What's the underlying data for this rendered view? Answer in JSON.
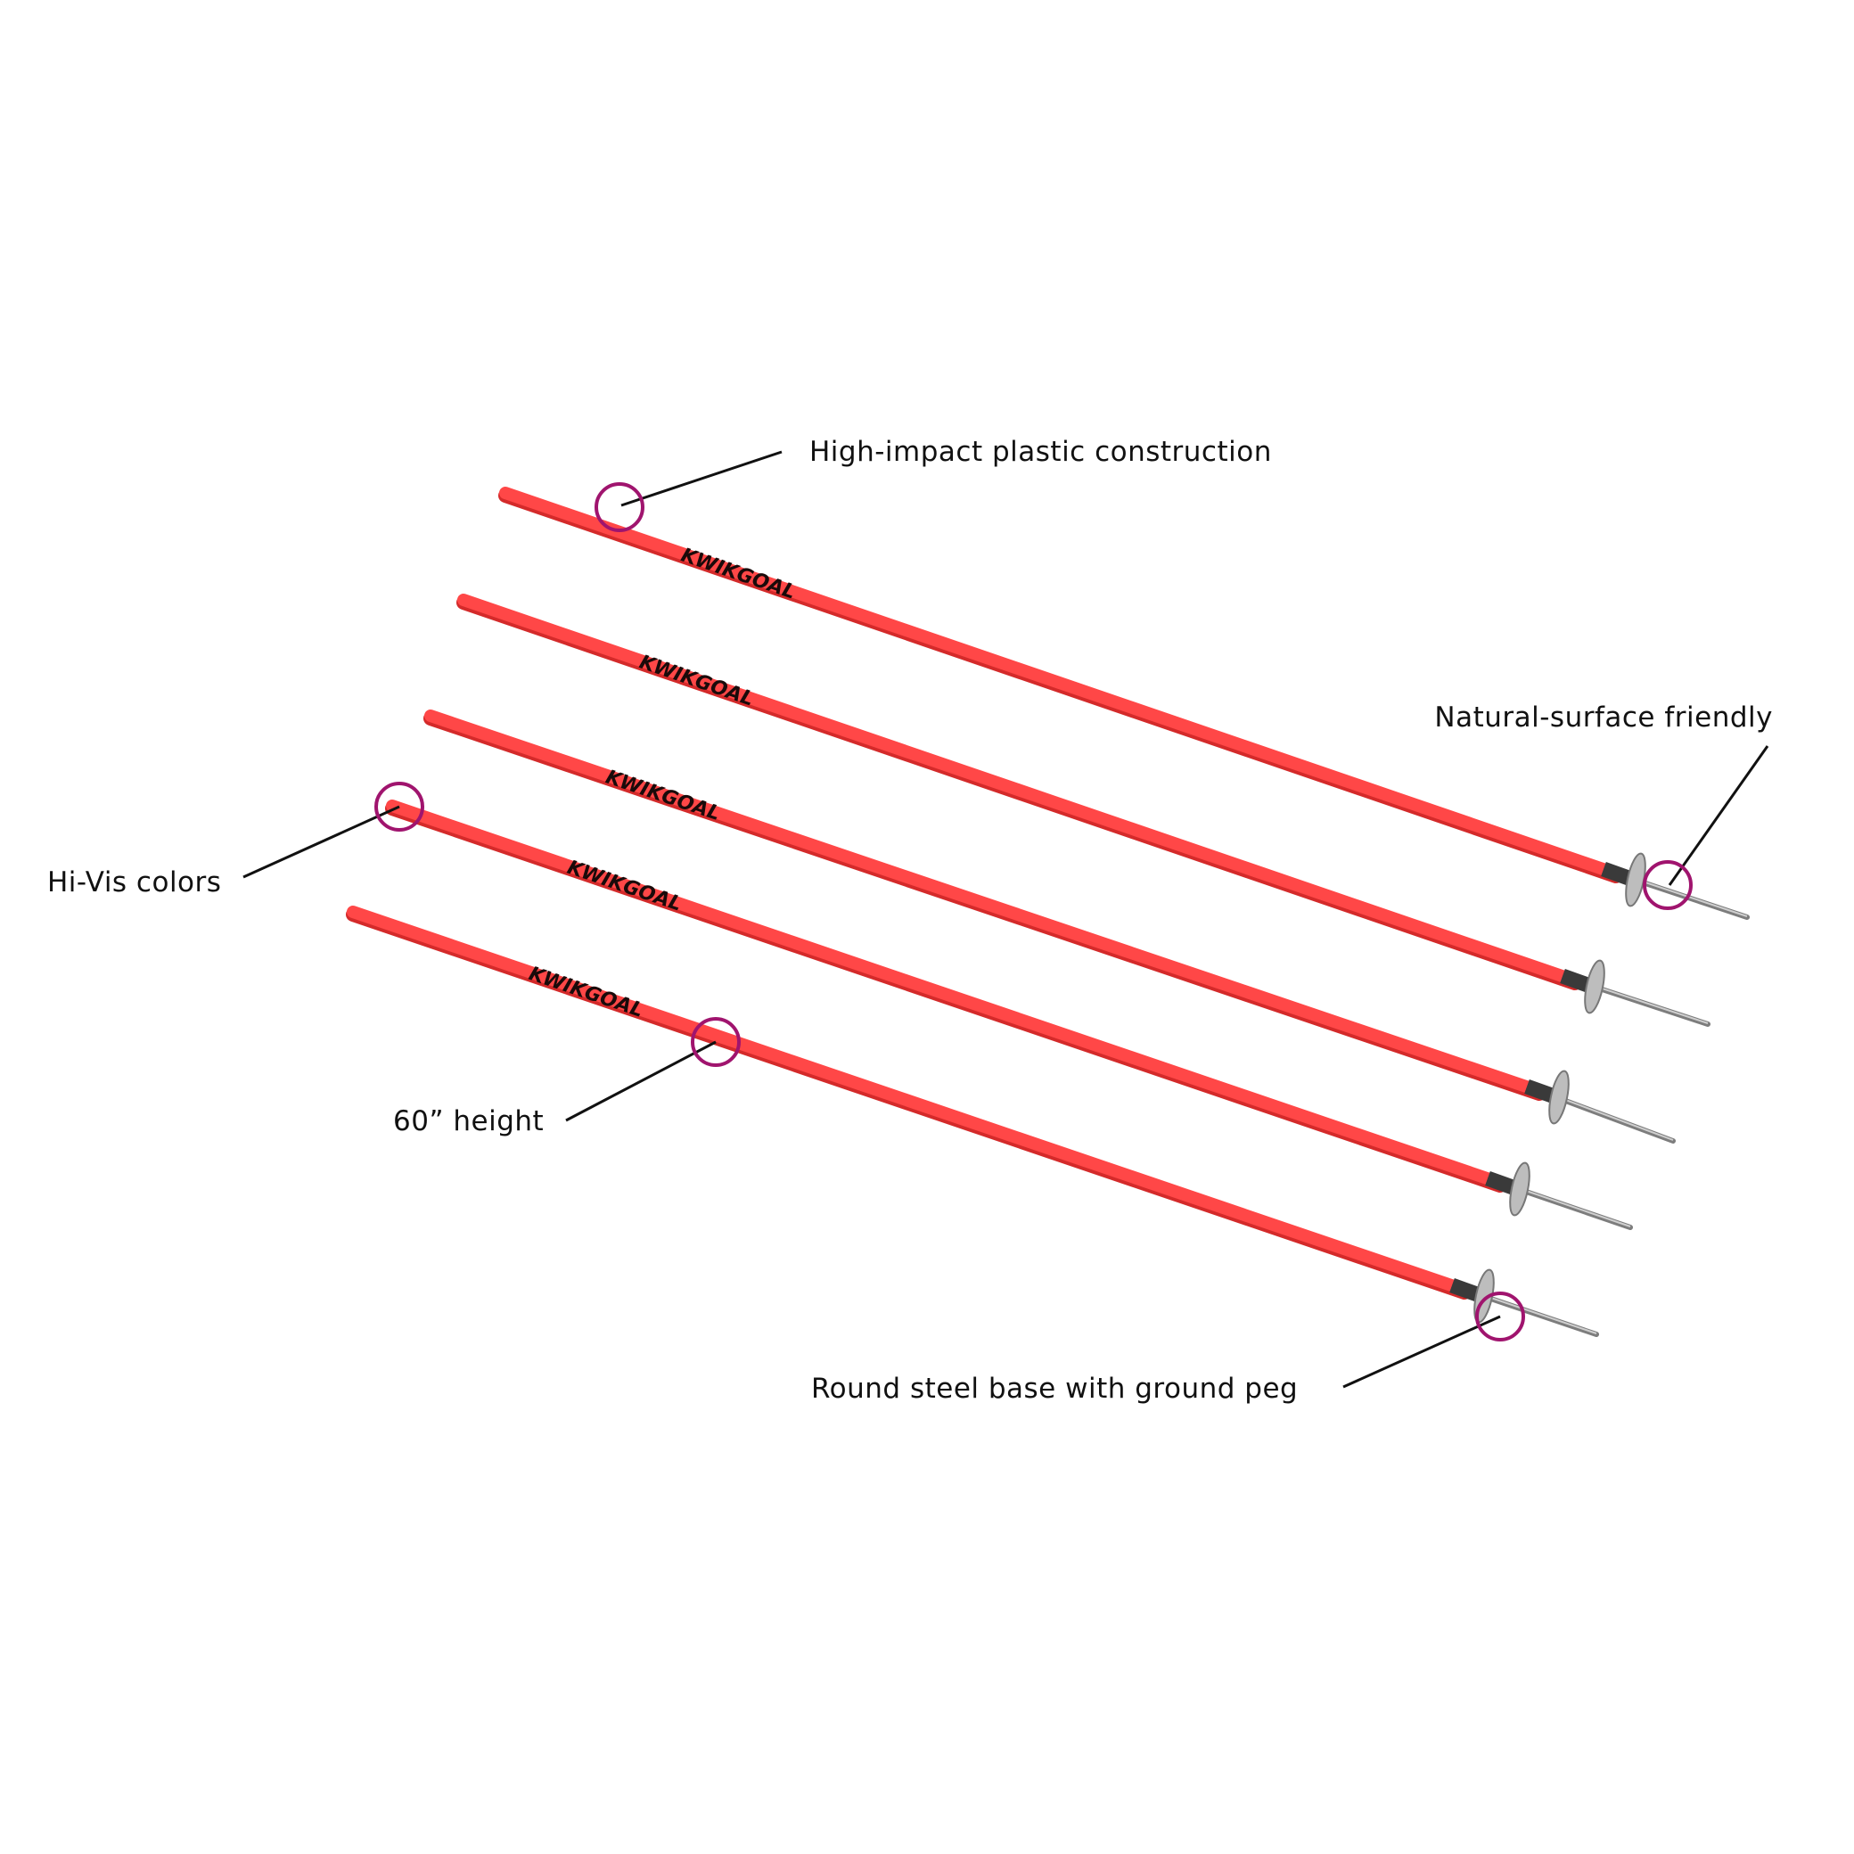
{
  "product": {
    "pole_count": 5,
    "brand_mark": "KWIKGOAL",
    "pole_color": "#ff4747",
    "pole_shadow": "#d42a2a",
    "callout_color": "#a0146e"
  },
  "callouts": [
    {
      "id": "plastic",
      "text": "High-impact plastic construction"
    },
    {
      "id": "natural",
      "text": "Natural-surface friendly"
    },
    {
      "id": "hivis",
      "text": "Hi-Vis colors"
    },
    {
      "id": "height",
      "text": "60” height"
    },
    {
      "id": "base",
      "text": "Round steel base with ground peg"
    }
  ]
}
